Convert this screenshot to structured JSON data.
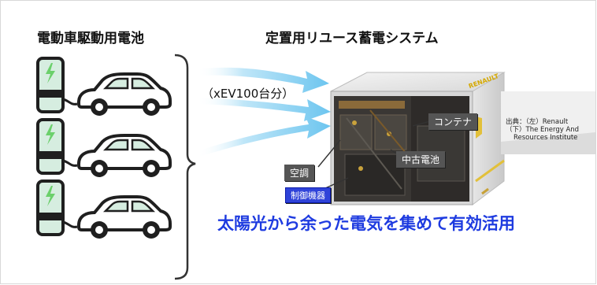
{
  "title_left": "電動車駆動用電池",
  "title_right": "定置用リユース蓄電システム",
  "ev_count_label": "（xEV100台分）",
  "callouts": {
    "container": "コンテナ",
    "used_battery": "中古電池",
    "air_conditioning": "空調",
    "control_equipment": "制御機器"
  },
  "container_brand": "RENAULT",
  "source": {
    "line1": "出典：（左）Renault",
    "line2": "（下）The Energy And",
    "line3": "Resources Institute"
  },
  "slogan": "太陽光から余った電気を集めて有効活用",
  "colors": {
    "charger_fill": "#d6ede0",
    "charger_stroke": "#1f1f1f",
    "bolt": "#6bd06b",
    "arrow": "#8ed6f3",
    "slogan": "#1e3be0",
    "control_badge": "#2f43d9"
  }
}
